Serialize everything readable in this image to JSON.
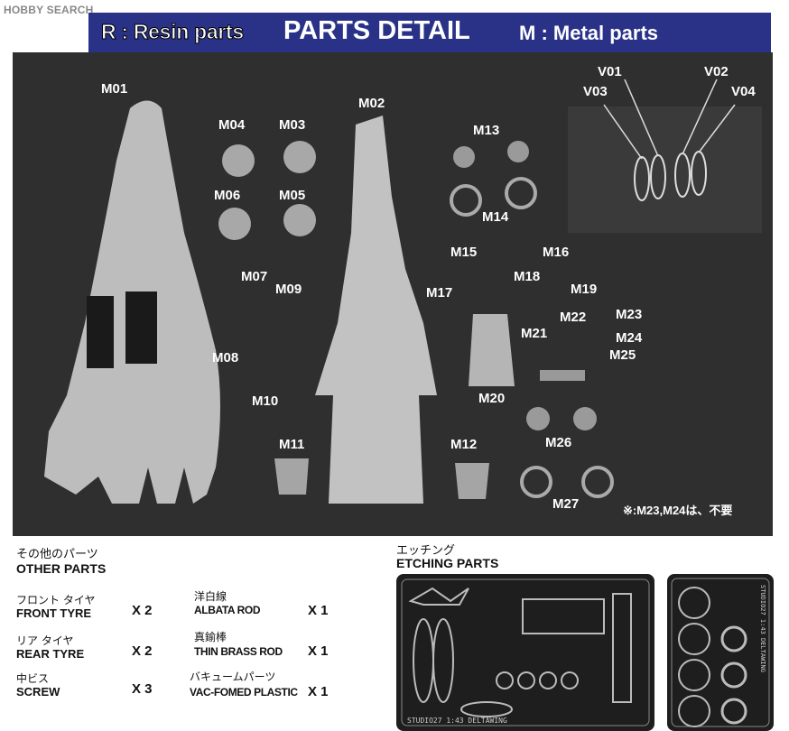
{
  "watermark": "HOBBY SEARCH",
  "header": {
    "left": "R : Resin parts",
    "title": "PARTS DETAIL",
    "right": "M : Metal parts"
  },
  "parts": {
    "m01": "M01",
    "m02": "M02",
    "m03": "M03",
    "m04": "M04",
    "m05": "M05",
    "m06": "M06",
    "m07": "M07",
    "m08": "M08",
    "m09": "M09",
    "m10": "M10",
    "m11": "M11",
    "m12": "M12",
    "m13": "M13",
    "m14": "M14",
    "m15": "M15",
    "m16": "M16",
    "m17": "M17",
    "m18": "M18",
    "m19": "M19",
    "m20": "M20",
    "m21": "M21",
    "m22": "M22",
    "m23": "M23",
    "m24": "M24",
    "m25": "M25",
    "m26": "M26",
    "m27": "M27",
    "v01": "V01",
    "v02": "V02",
    "v03": "V03",
    "v04": "V04"
  },
  "note": "※:M23,M24は、不要",
  "other_parts": {
    "title_jp": "その他のパーツ",
    "title_en": "OTHER PARTS",
    "items": [
      {
        "jp": "フロント タイヤ",
        "en": "FRONT TYRE",
        "qty": "X 2"
      },
      {
        "jp": "リア タイヤ",
        "en": "REAR TYRE",
        "qty": "X 2"
      },
      {
        "jp": "中ビス",
        "en": "SCREW",
        "qty": "X 3"
      },
      {
        "jp": "洋白線",
        "en": "ALBATA ROD",
        "qty": "X 1"
      },
      {
        "jp": "真鍮棒",
        "en": "THIN BRASS ROD",
        "qty": "X 1"
      },
      {
        "jp": "バキュームパーツ",
        "en": "VAC-FOMED PLASTIC",
        "qty": "X 1"
      }
    ]
  },
  "etching": {
    "title_jp": "エッチング",
    "title_en": "ETCHING PARTS",
    "sheet1_text": "STUDIO27 1:43 DELTAWING",
    "sheet2_text": "STUDIO27 1:43 DELTAWING"
  }
}
